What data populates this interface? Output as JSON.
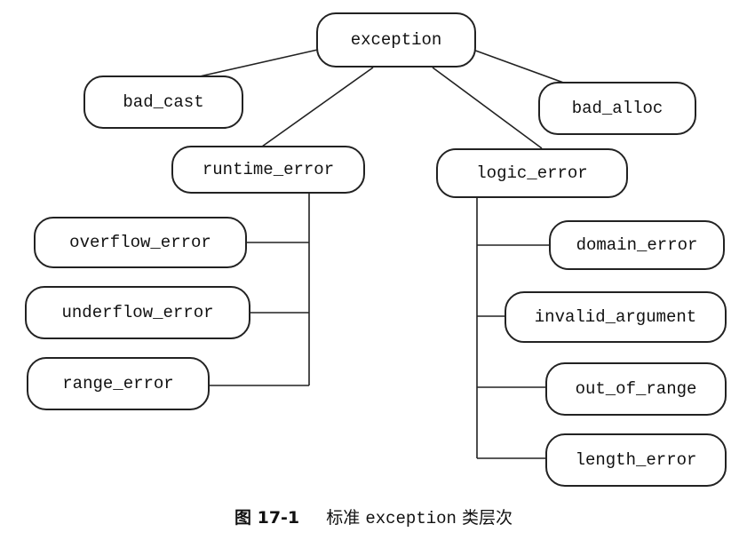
{
  "diagram": {
    "nodes": {
      "exception": "exception",
      "bad_cast": "bad_cast",
      "bad_alloc": "bad_alloc",
      "runtime_error": "runtime_error",
      "logic_error": "logic_error",
      "overflow_error": "overflow_error",
      "underflow_error": "underflow_error",
      "range_error": "range_error",
      "domain_error": "domain_error",
      "invalid_argument": "invalid_argument",
      "out_of_range": "out_of_range",
      "length_error": "length_error"
    }
  },
  "caption": {
    "figure_number": "图 17-1",
    "text_prefix": "标准",
    "text_code": "exception",
    "text_suffix": "类层次"
  }
}
